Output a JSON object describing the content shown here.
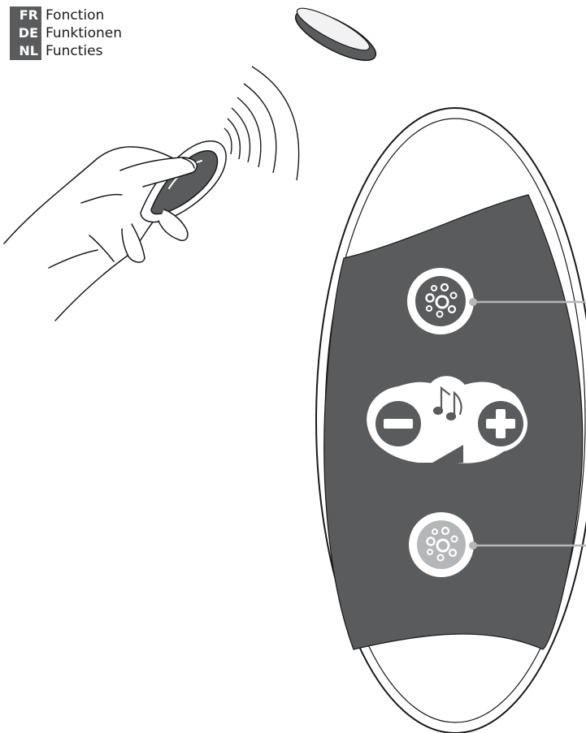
{
  "legend": {
    "items": [
      {
        "code": "FR",
        "label": "Fonction"
      },
      {
        "code": "DE",
        "label": "Funktionen"
      },
      {
        "code": "NL",
        "label": "Functies"
      }
    ]
  },
  "colors": {
    "panel": "#5a5b5d",
    "outline": "#1a1a1a",
    "button_fill": "#ffffff",
    "button_icon": "#5a5b5d",
    "leader_line": "#b5b6b8"
  },
  "icons": {
    "top_button": "bubbles-icon",
    "volume_down": "minus-icon",
    "volume_up": "plus-icon",
    "music": "music-note-icon",
    "volume_ramp": "volume-ramp-icon",
    "bottom_button": "bubbles-icon"
  }
}
